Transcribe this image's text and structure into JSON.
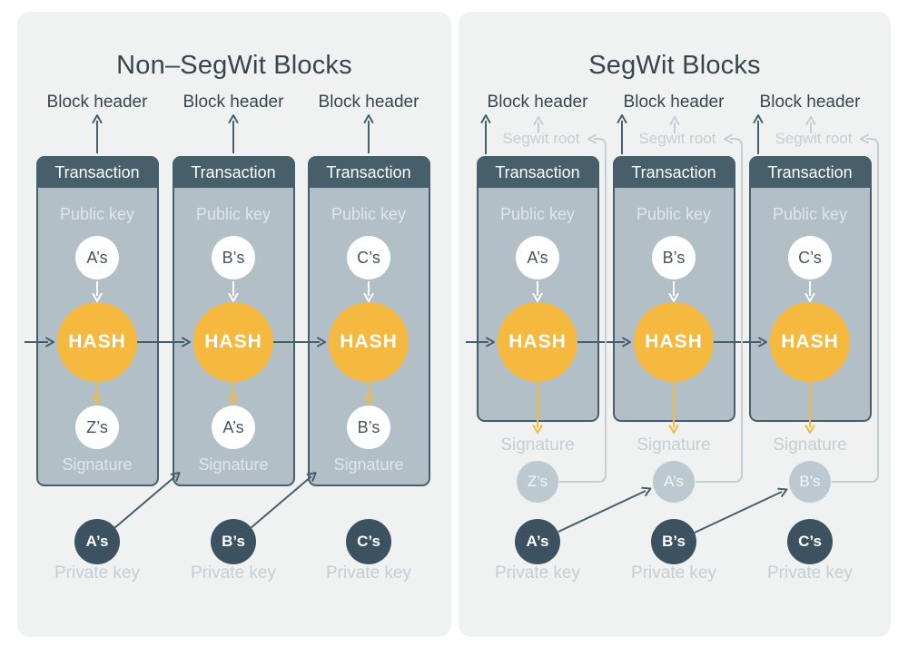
{
  "colors": {
    "accent_yellow": "#F6B93F",
    "slate_dark": "#475F6B",
    "card_body": "#B2BFC6",
    "panel_bg": "#F0F2F2",
    "light_blue_gray": "#C4CED5",
    "dark_text": "#36454F",
    "dark_circle": "#3C5260",
    "light_circle": "#BDC9D1"
  },
  "panels": [
    {
      "title": "Non–SegWit Blocks",
      "columns": [
        {
          "block_header_label": "Block header",
          "transaction_label": "Transaction",
          "public_key_label": "Public key",
          "public_key_owner": "A’s",
          "hash_label": "HASH",
          "signature_owner": "Z’s",
          "signature_label": "Signature",
          "private_key_owner": "A’s",
          "private_key_label": "Private key"
        },
        {
          "block_header_label": "Block header",
          "transaction_label": "Transaction",
          "public_key_label": "Public key",
          "public_key_owner": "B’s",
          "hash_label": "HASH",
          "signature_owner": "A’s",
          "signature_label": "Signature",
          "private_key_owner": "B’s",
          "private_key_label": "Private key"
        },
        {
          "block_header_label": "Block header",
          "transaction_label": "Transaction",
          "public_key_label": "Public key",
          "public_key_owner": "C’s",
          "hash_label": "HASH",
          "signature_owner": "B’s",
          "signature_label": "Signature",
          "private_key_owner": "C’s",
          "private_key_label": "Private key"
        }
      ]
    },
    {
      "title": "SegWit Blocks",
      "columns": [
        {
          "block_header_label": "Block header",
          "segwit_root_label": "Segwit root",
          "transaction_label": "Transaction",
          "public_key_label": "Public key",
          "public_key_owner": "A’s",
          "hash_label": "HASH",
          "signature_label": "Signature",
          "signature_owner": "Z’s",
          "private_key_owner": "A’s",
          "private_key_label": "Private key"
        },
        {
          "block_header_label": "Block header",
          "segwit_root_label": "Segwit root",
          "transaction_label": "Transaction",
          "public_key_label": "Public key",
          "public_key_owner": "B’s",
          "hash_label": "HASH",
          "signature_label": "Signature",
          "signature_owner": "A’s",
          "private_key_owner": "B’s",
          "private_key_label": "Private key"
        },
        {
          "block_header_label": "Block header",
          "segwit_root_label": "Segwit root",
          "transaction_label": "Transaction",
          "public_key_label": "Public key",
          "public_key_owner": "C’s",
          "hash_label": "HASH",
          "signature_label": "Signature",
          "signature_owner": "B’s",
          "private_key_owner": "C’s",
          "private_key_label": "Private key"
        }
      ]
    }
  ]
}
